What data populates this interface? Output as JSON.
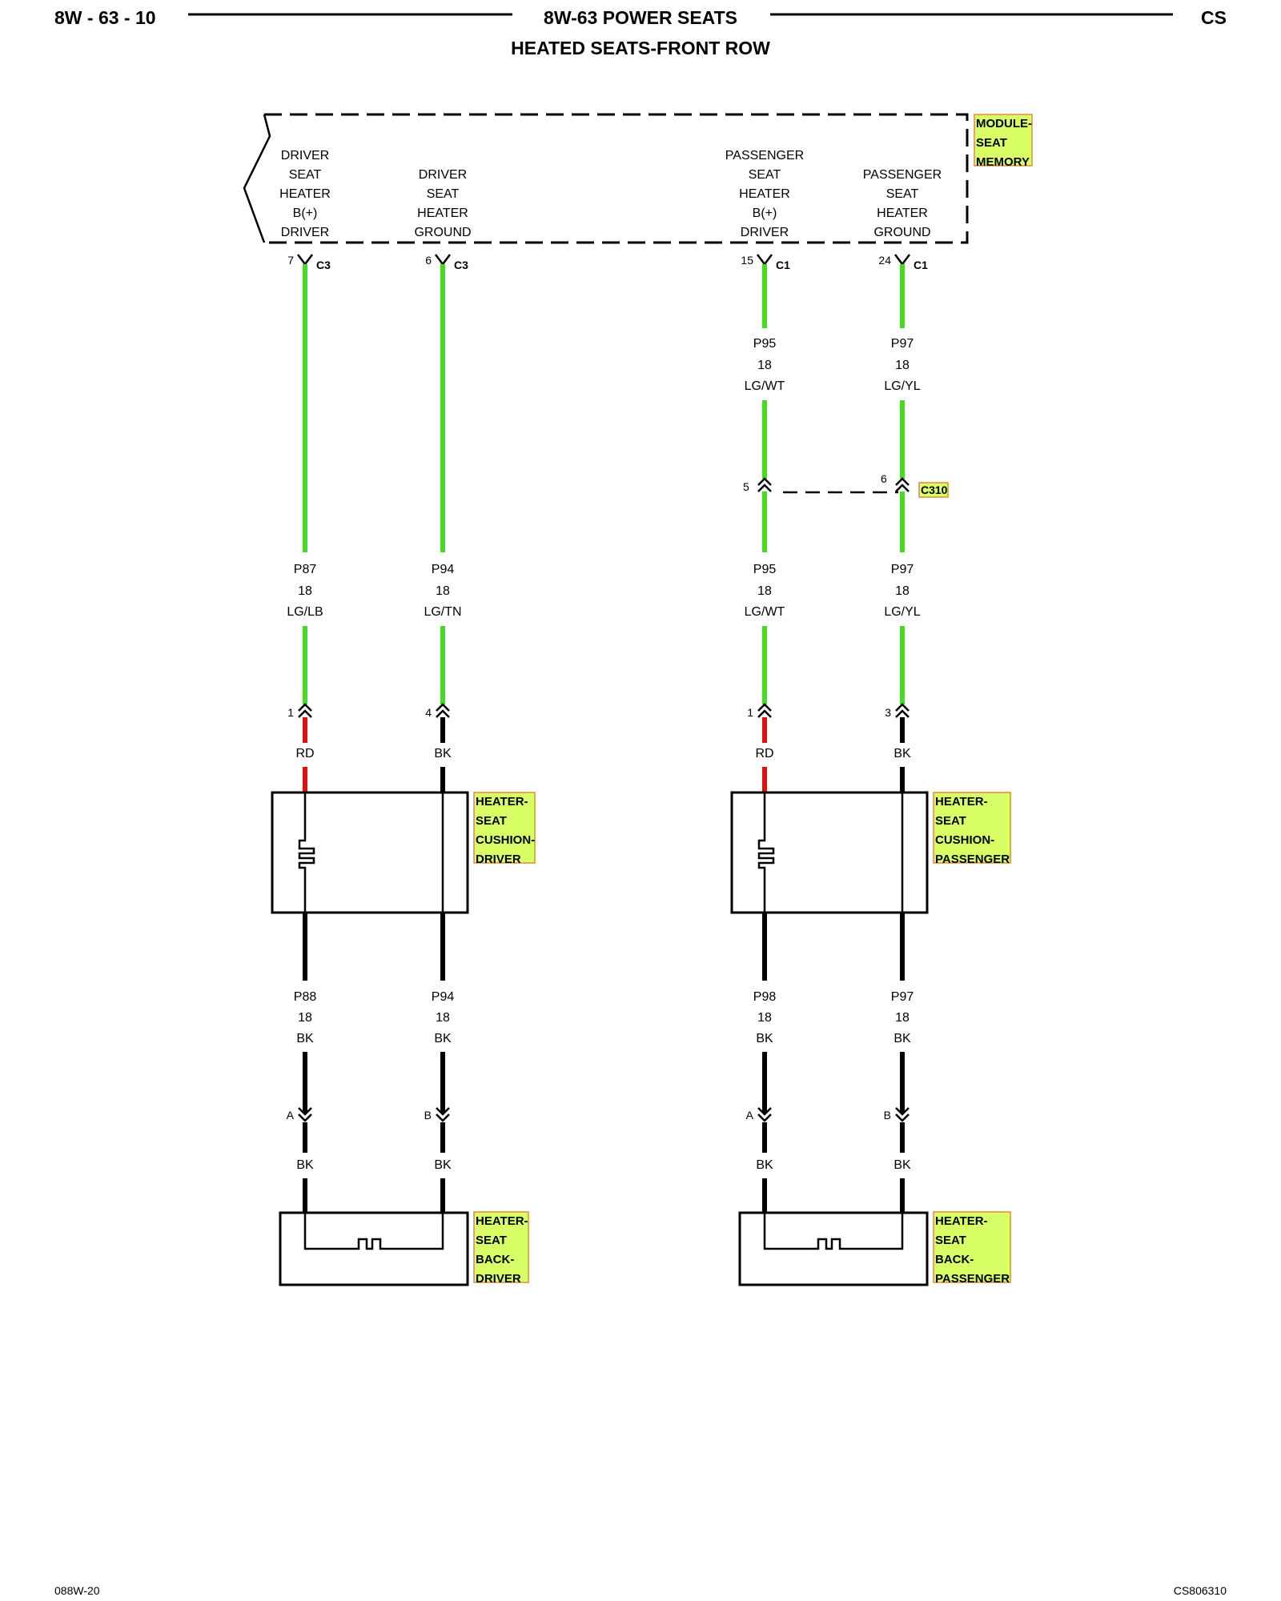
{
  "header": {
    "page_number": "8W - 63 - 10",
    "section_title": "8W-63 POWER SEATS",
    "model_code": "CS",
    "subtitle": "HEATED SEATS-FRONT ROW"
  },
  "module": {
    "tag_lines": [
      "MODULE-",
      "SEAT",
      "MEMORY"
    ],
    "terminals": [
      {
        "lines": [
          "DRIVER",
          "SEAT",
          "HEATER",
          "B(+)",
          "DRIVER"
        ],
        "pin": "7",
        "connector": "C3"
      },
      {
        "lines": [
          "DRIVER",
          "SEAT",
          "HEATER",
          "GROUND"
        ],
        "pin": "6",
        "connector": "C3"
      },
      {
        "lines": [
          "PASSENGER",
          "SEAT",
          "HEATER",
          "B(+)",
          "DRIVER"
        ],
        "pin": "15",
        "connector": "C1"
      },
      {
        "lines": [
          "PASSENGER",
          "SEAT",
          "HEATER",
          "GROUND"
        ],
        "pin": "24",
        "connector": "C1"
      }
    ]
  },
  "inline_connector": {
    "name": "C310",
    "pins": [
      "5",
      "6"
    ],
    "upper_wires": [
      {
        "circuit": "P95",
        "gauge": "18",
        "color": "LG/WT"
      },
      {
        "circuit": "P97",
        "gauge": "18",
        "color": "LG/YL"
      }
    ]
  },
  "main_wires": [
    {
      "circuit": "P87",
      "gauge": "18",
      "color": "LG/LB"
    },
    {
      "circuit": "P94",
      "gauge": "18",
      "color": "LG/TN"
    },
    {
      "circuit": "P95",
      "gauge": "18",
      "color": "LG/WT"
    },
    {
      "circuit": "P97",
      "gauge": "18",
      "color": "LG/YL"
    }
  ],
  "cushion_pins": [
    {
      "pin": "1",
      "color": "RD"
    },
    {
      "pin": "4",
      "color": "BK"
    },
    {
      "pin": "1",
      "color": "RD"
    },
    {
      "pin": "3",
      "color": "BK"
    }
  ],
  "cushion_components": [
    {
      "tag_lines": [
        "HEATER-",
        "SEAT",
        "CUSHION-",
        "DRIVER"
      ]
    },
    {
      "tag_lines": [
        "HEATER-",
        "SEAT",
        "CUSHION-",
        "PASSENGER"
      ]
    }
  ],
  "lower_wires": [
    {
      "circuit": "P88",
      "gauge": "18",
      "color": "BK"
    },
    {
      "circuit": "P94",
      "gauge": "18",
      "color": "BK"
    },
    {
      "circuit": "P98",
      "gauge": "18",
      "color": "BK"
    },
    {
      "circuit": "P97",
      "gauge": "18",
      "color": "BK"
    }
  ],
  "back_pins": [
    {
      "pin": "A",
      "color": "BK"
    },
    {
      "pin": "B",
      "color": "BK"
    },
    {
      "pin": "A",
      "color": "BK"
    },
    {
      "pin": "B",
      "color": "BK"
    }
  ],
  "back_components": [
    {
      "tag_lines": [
        "HEATER-",
        "SEAT",
        "BACK-",
        "DRIVER"
      ]
    },
    {
      "tag_lines": [
        "HEATER-",
        "SEAT",
        "BACK-",
        "PASSENGER"
      ]
    }
  ],
  "footer": {
    "left_code": "088W-20",
    "right_code": "CS806310"
  },
  "colors": {
    "wire_green": "#44dd22",
    "wire_red": "#dd1111",
    "wire_black": "#000000",
    "tag_fill": "#d8ff66",
    "tag_border": "#e08a3c"
  }
}
